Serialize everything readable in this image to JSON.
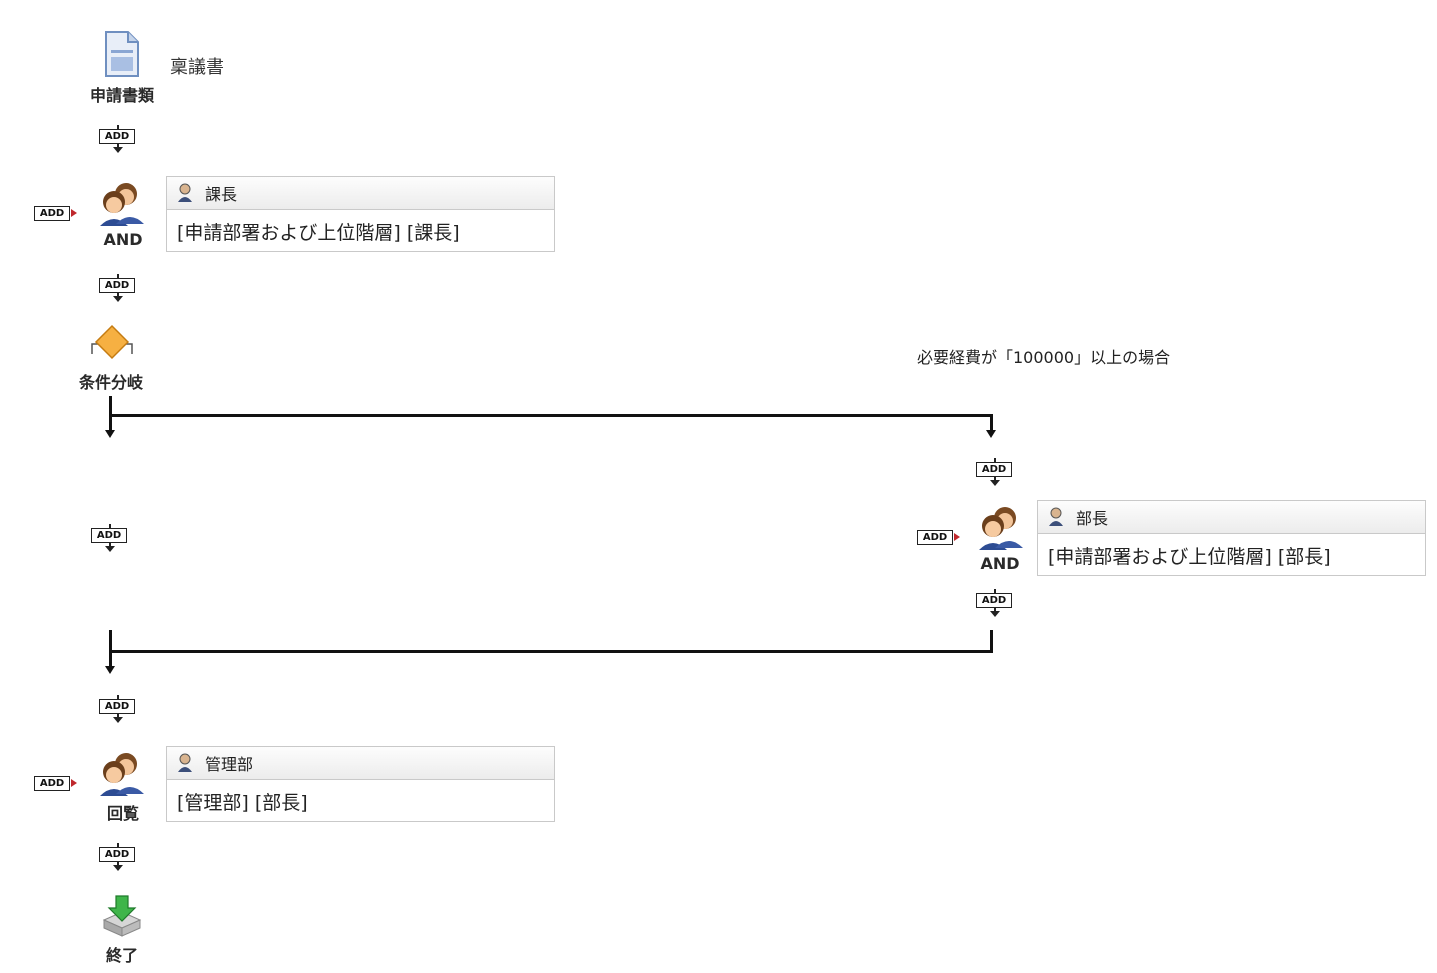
{
  "start": {
    "label": "申請書類",
    "doc_title": "稟議書"
  },
  "add_label": "ADD",
  "step1": {
    "type_label": "AND",
    "role": "課長",
    "detail": "[申請部署および上位階層] [課長]"
  },
  "condition": {
    "label": "条件分岐",
    "branch_text": "必要経費が「100000」以上の場合"
  },
  "step2": {
    "type_label": "AND",
    "role": "部長",
    "detail": "[申請部署および上位階層] [部長]"
  },
  "step3": {
    "type_label": "回覧",
    "role": "管理部",
    "detail": "[管理部] [部長]"
  },
  "end": {
    "label": "終了"
  },
  "colors": {
    "line": "#111111",
    "add_arrow": "#c0282d",
    "diamond": "#f6b042",
    "box_border": "#c9c9c9"
  },
  "icons": [
    "document-icon",
    "users-icon",
    "user-icon",
    "diamond-icon",
    "end-icon"
  ]
}
